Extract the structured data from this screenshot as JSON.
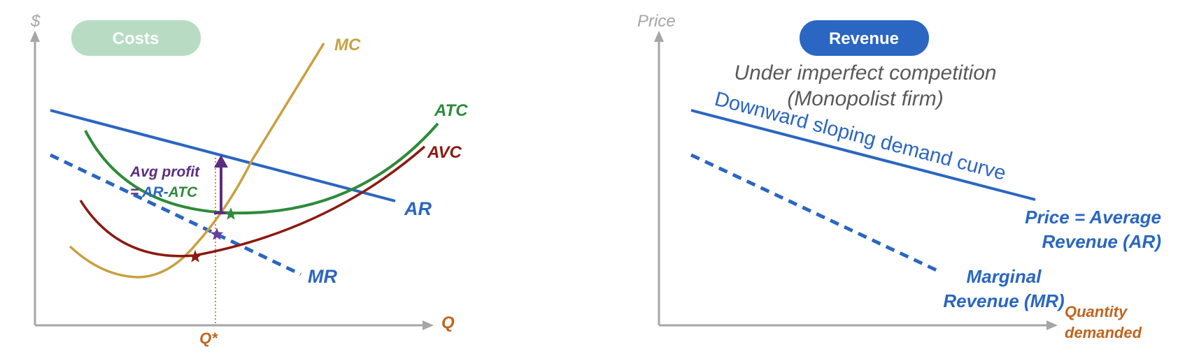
{
  "left_panel": {
    "badge": "Costs",
    "y_axis_label": "$",
    "x_axis_label": "Q",
    "q_star_label": "Q*",
    "curves": {
      "mc": "MC",
      "atc": "ATC",
      "avc": "AVC",
      "ar": "AR",
      "mr": "MR"
    },
    "avg_profit": {
      "line1": "Avg profit",
      "eq": "=",
      "ar": "AR",
      "dash": "-",
      "atc": "ATC"
    }
  },
  "right_panel": {
    "badge": "Revenue",
    "y_axis_label": "Price",
    "subtitle_line1": "Under imperfect competition",
    "subtitle_line2": "(Monopolist firm)",
    "demand_label": "Downward sloping demand curve",
    "ar_label_line1": "Price = Average",
    "ar_label_line2": "Revenue (AR)",
    "mr_label_line1": "Marginal",
    "mr_label_line2": "Revenue (MR)",
    "x_axis_label_line1": "Quantity",
    "x_axis_label_line2": "demanded"
  },
  "colors": {
    "mc": "#c8a040",
    "atc": "#2e8b3a",
    "avc": "#8b1a10",
    "demand": "#2a66c2",
    "profit": "#5b2d82",
    "axis": "#a6a6a6",
    "qlabel": "#c0641f",
    "subtitle": "#595959"
  }
}
